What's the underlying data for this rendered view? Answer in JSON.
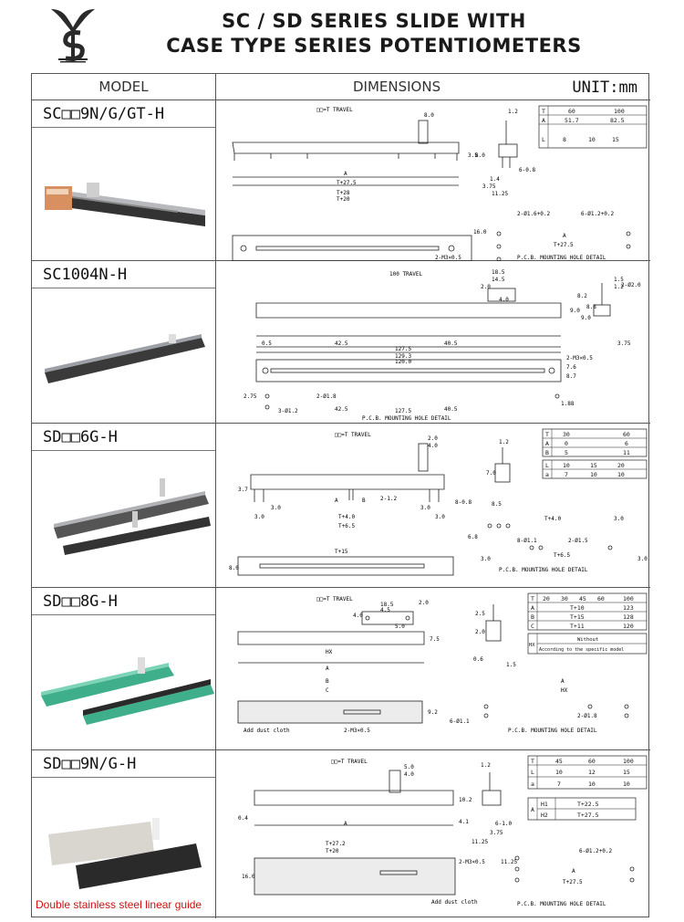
{
  "header": {
    "title_line1": "SC / SD SERIES SLIDE WITH",
    "title_line2": "CASE TYPE SERIES POTENTIOMETERS",
    "logo_icon": "ys-logo-icon"
  },
  "table": {
    "col_model": "MODEL",
    "col_dimensions": "DIMENSIONS",
    "unit": "UNIT:mm"
  },
  "rows": [
    {
      "model": "SC□□9N/G/GT-H",
      "travel_label": "□□=T\nTRAVEL",
      "spec": {
        "header": [
          "T",
          "60",
          "100"
        ],
        "rows": [
          [
            "A",
            "51.7",
            "82.5"
          ]
        ],
        "l_row": [
          "L",
          "8",
          "10",
          "15"
        ]
      },
      "dims": [
        "8.0",
        "1.2",
        "3.5",
        "8.0",
        "6-0.8",
        "1.4",
        "3.75",
        "11.25",
        "A",
        "T+27.5",
        "T+28",
        "T+20",
        "16.0",
        "2-M3×0.5",
        "2-Ø1.6+0.2",
        "6-Ø1.2+0.2",
        "A",
        "T+27.5",
        "P.C.B. MOUNTING HOLE DETAIL"
      ]
    },
    {
      "model": "SC1004N-H",
      "travel_label": "100\nTRAVEL",
      "dims": [
        "18.5",
        "14.5",
        "2.0",
        "4.0",
        "9.0",
        "8.2",
        "1.5",
        "1.2",
        "2-Ø2.0",
        "9.0",
        "8.8",
        "0.5",
        "42.5",
        "40.5",
        "127.5",
        "129.3",
        "120.0",
        "3.75",
        "2-M3×0.5",
        "7.6",
        "8.7",
        "2.75",
        "2-Ø1.8",
        "42.5",
        "40.5",
        "127.5",
        "3-Ø1.2",
        "1.88",
        "P.C.B. MOUNTING HOLE DETAIL"
      ]
    },
    {
      "model": "SD□□6G-H",
      "travel_label": "□□=T\nTRAVEL",
      "spec": {
        "header": [
          "T",
          "30",
          "60"
        ],
        "rows": [
          [
            "A",
            "0",
            "6"
          ],
          [
            "B",
            "5",
            "11"
          ]
        ],
        "l_rows": [
          [
            "L",
            "10",
            "15",
            "20"
          ],
          [
            "a",
            "7",
            "10",
            "10"
          ]
        ]
      },
      "dims": [
        "2.0",
        "4.0",
        "1.2",
        "7.0",
        "3.7",
        "3.0",
        "A",
        "B",
        "2-1.2",
        "3.0",
        "8-0.8",
        "8.5",
        "T+4.0",
        "T+6.5",
        "3.0",
        "3.0",
        "T+4.0",
        "3.0",
        "6.8",
        "T+15",
        "8.0",
        "8-Ø1.1",
        "2-Ø1.5",
        "T+6.5",
        "3.0",
        "3.0",
        "P.C.B. MOUNTING HOLE DETAIL"
      ]
    },
    {
      "model": "SD□□8G-H",
      "travel_label": "□□=T\nTRAVEL",
      "spec": {
        "header": [
          "T",
          "20",
          "30",
          "45",
          "60",
          "100"
        ],
        "rows": [
          [
            "A",
            "T+10",
            "123"
          ],
          [
            "B",
            "T+15",
            "128"
          ],
          [
            "C",
            "T+11",
            "120"
          ]
        ],
        "hx": [
          "HX",
          "Without",
          "According to the specific model"
        ]
      },
      "dims": [
        "18.5",
        "4.5",
        "2.0",
        "4.0",
        "5.0",
        "7.5",
        "2.5",
        "2.0",
        "HX",
        "A",
        "0.6",
        "1.5",
        "B",
        "C",
        "9.2",
        "6-Ø1.1",
        "Add dust cloth",
        "2-M3×0.5",
        "A",
        "HX",
        "2-Ø1.8",
        "P.C.B. MOUNTING HOLE DETAIL"
      ]
    },
    {
      "model": "SD□□9N/G-H",
      "travel_label": "□□=T\nTRAVEL",
      "spec": {
        "header": [
          "T",
          "45",
          "60",
          "100"
        ],
        "rows": [
          [
            "L",
            "10",
            "12",
            "15"
          ],
          [
            "a",
            "7",
            "10",
            "10"
          ]
        ],
        "a_rows": [
          [
            "A",
            "H1",
            "T+22.5"
          ],
          [
            "",
            "H2",
            "T+27.5"
          ]
        ]
      },
      "dims": [
        "5.0",
        "4.0",
        "1.2",
        "0.4",
        "A",
        "10.2",
        "4.1",
        "6-1.0",
        "3.75",
        "11.25",
        "T+27.2",
        "T+20",
        "16.0",
        "2-M3×0.5",
        "Add dust cloth",
        "11.25",
        "6-Ø1.2+0.2",
        "A",
        "T+27.5",
        "P.C.B. MOUNTING HOLE DETAIL"
      ],
      "caption": "Double stainless steel linear guide"
    }
  ]
}
